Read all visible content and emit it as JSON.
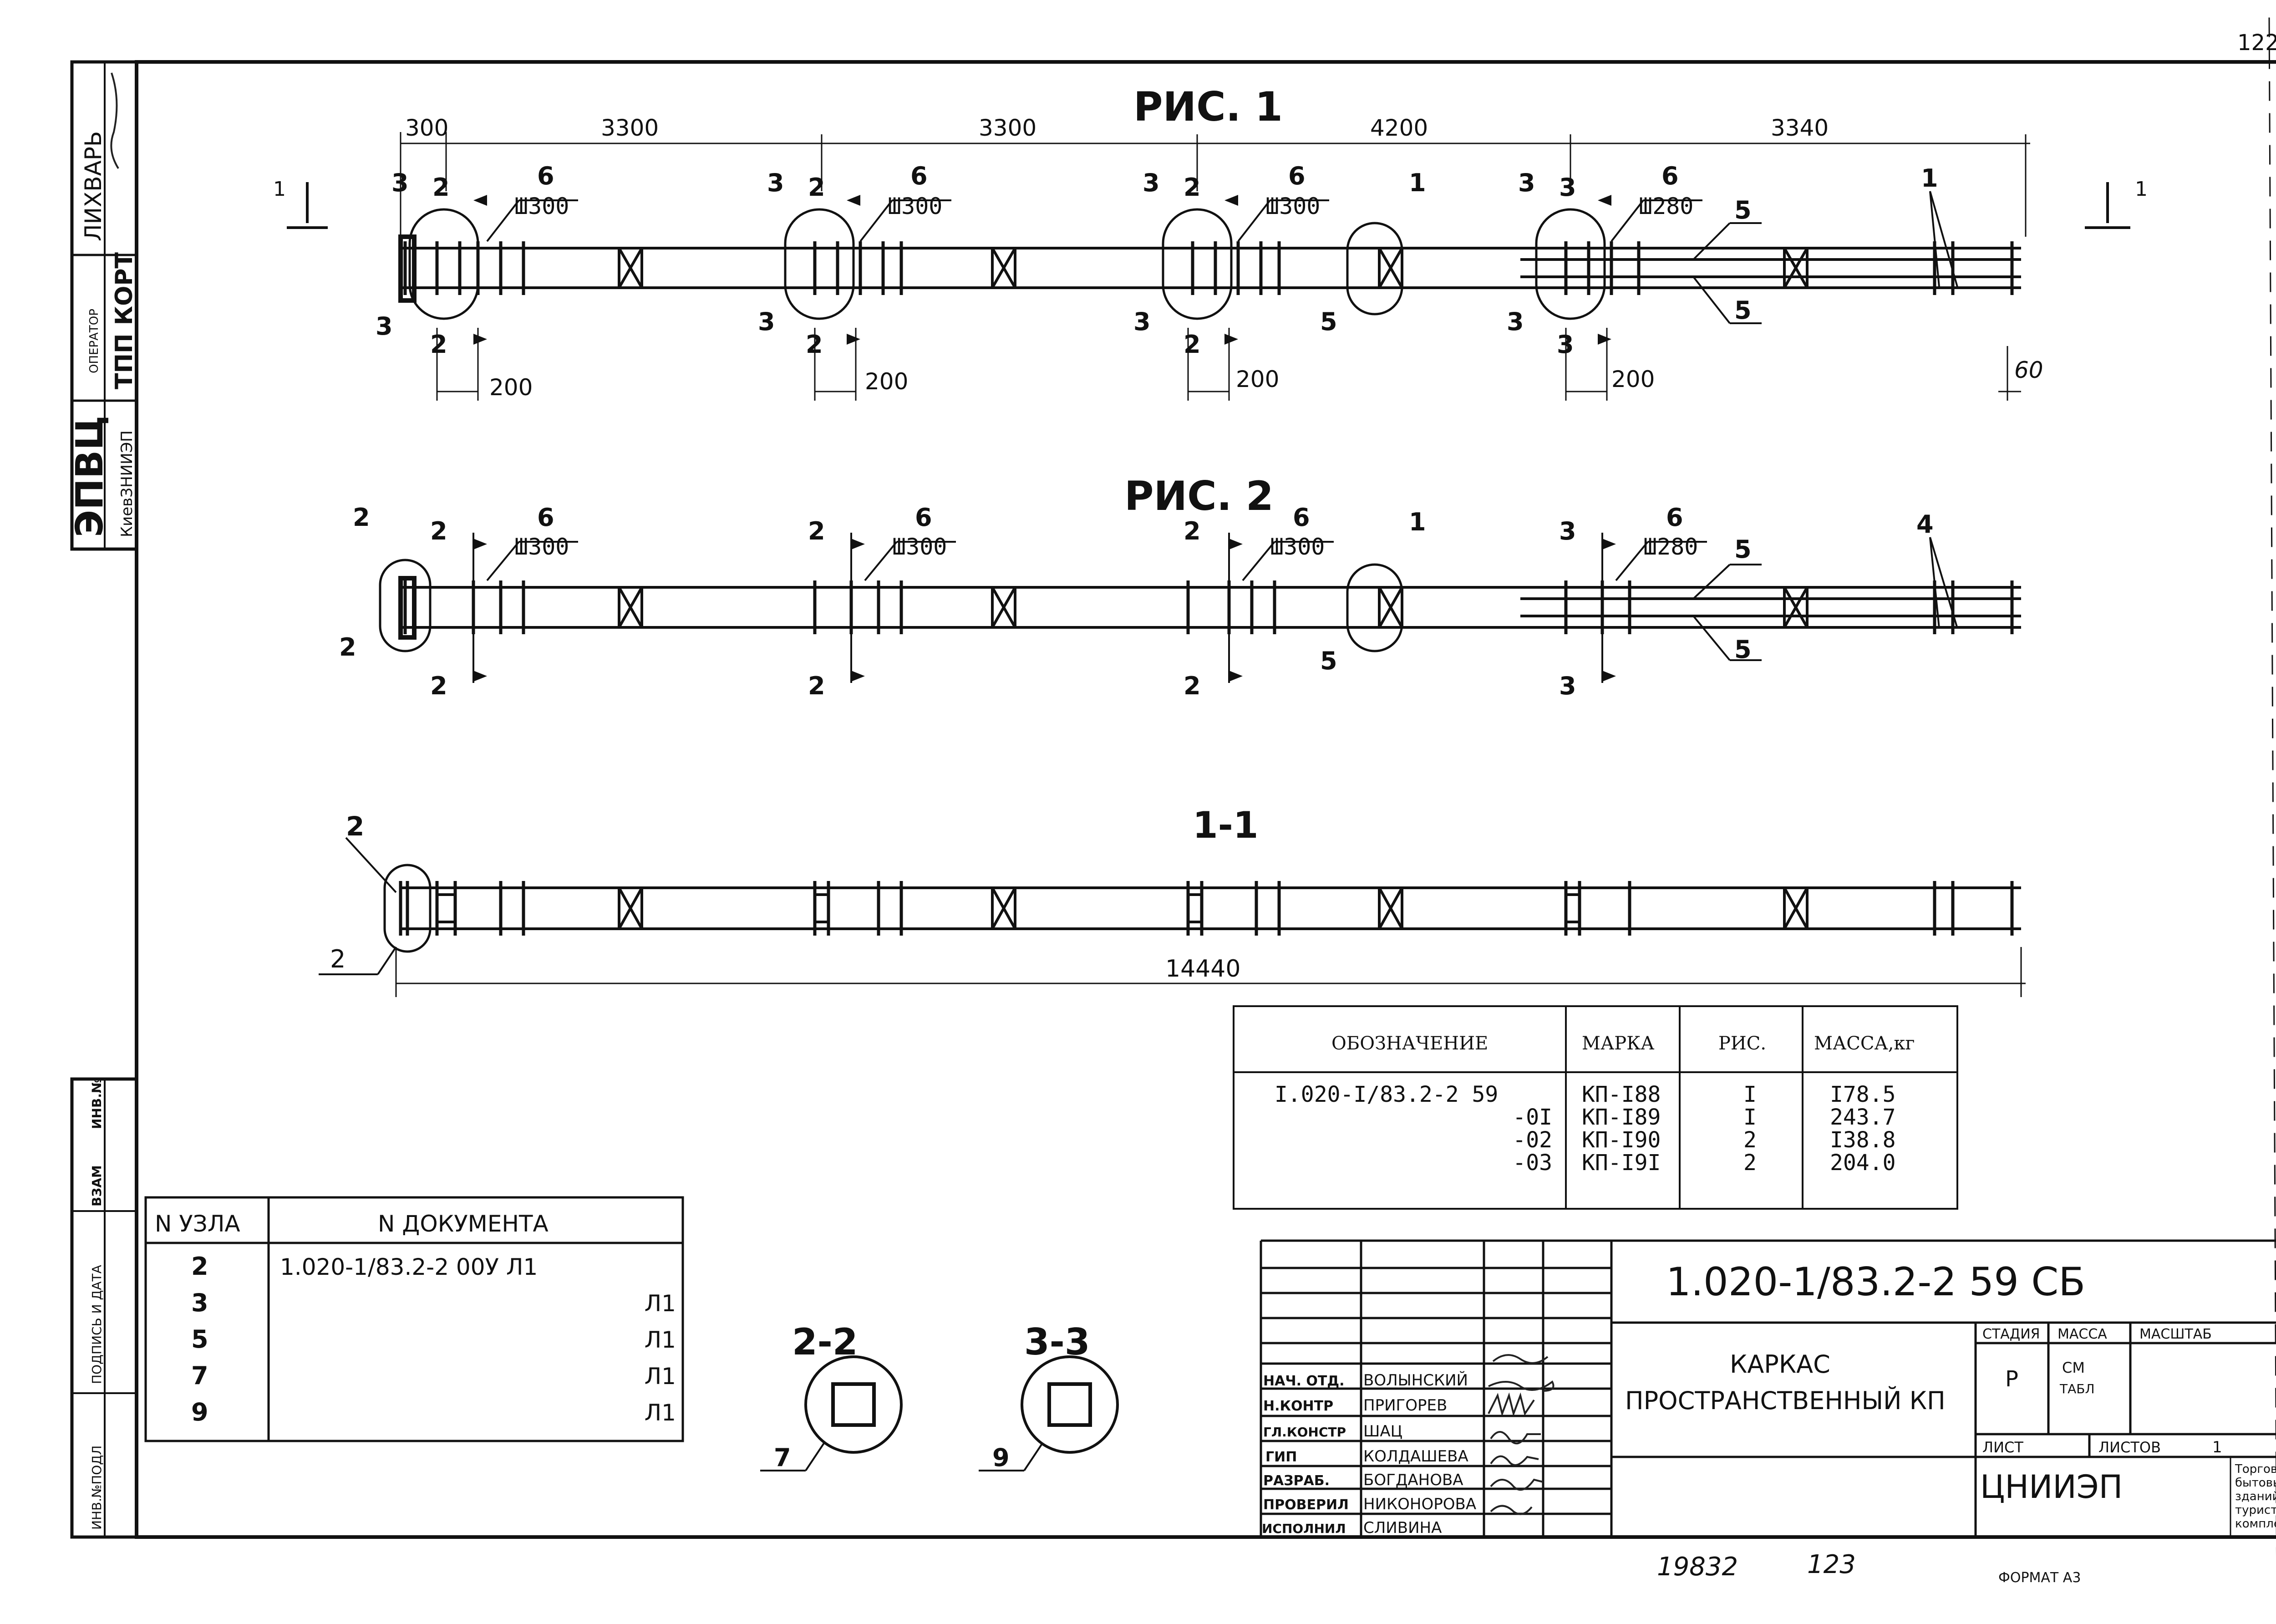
{
  "corner_number": "122",
  "figures": {
    "fig1_title": "РИС. 1",
    "fig2_title": "РИС. 2",
    "section_title": "1-1",
    "section_22": "2-2",
    "section_33": "3-3"
  },
  "dimensions": {
    "d300": "300",
    "d3300a": "3300",
    "d3300b": "3300",
    "d4200": "4200",
    "d3340": "3340",
    "d200": "200",
    "d60": "60",
    "d14440": "14440"
  },
  "callouts": {
    "sh300": "Ш300",
    "sh280": "Ш280",
    "n1": "1",
    "n2": "2",
    "n3": "3",
    "n4": "4",
    "n5": "5",
    "n6": "6",
    "n7": "7",
    "n9": "9"
  },
  "spec_table": {
    "headers": [
      "ОБОЗНАЧЕНИЕ",
      "МАРКА",
      "РИС.",
      "МАССА,кг"
    ],
    "designation": [
      "I.020-I/83.2-2 59",
      "-0I",
      "-02",
      "-03"
    ],
    "marks": [
      "КП-I88",
      "КП-I89",
      "КП-I90",
      "КП-I9I"
    ],
    "figs": [
      "I",
      "I",
      "2",
      "2"
    ],
    "masses": [
      "I78.5",
      "243.7",
      "I38.8",
      "204.0"
    ]
  },
  "nodes_table": {
    "header_node": "N УЗЛА",
    "header_doc": "N ДОКУМЕНТА",
    "rows": [
      {
        "node": "2",
        "doc": "1.020-1/83.2-2 00У Л1"
      },
      {
        "node": "3",
        "doc": "Л1"
      },
      {
        "node": "5",
        "doc": "Л1"
      },
      {
        "node": "7",
        "doc": "Л1"
      },
      {
        "node": "9",
        "doc": "Л1"
      }
    ]
  },
  "left_strip": {
    "org": "ЭПВЦ",
    "institute": "КиевЗНИИЭП",
    "operator_label": "ОПЕРАТОР",
    "operator_name": "ТПП КОРТ",
    "name": "ЛИХВАРЬ",
    "inv_label": "ИНВ.№",
    "vzam_label": "ВЗАМ",
    "sign_label": "ПОДПИСЬ И ДАТА",
    "inv_orig_label": "ИНВ.№ПОДЛ"
  },
  "title_block": {
    "code": "1.020-1/83.2-2 59 СБ",
    "name_line1": "КАРКАС",
    "name_line2": "ПРОСТРАНСТВЕННЫЙ КП",
    "stage_label": "СТАДИЯ",
    "mass_label": "МАССА",
    "scale_label": "МАСШТАБ",
    "stage_value": "Р",
    "mass_value_1": "СМ",
    "mass_value_2": "ТАБЛ",
    "sheet_label": "ЛИСТ",
    "sheets_label": "ЛИСТОВ",
    "sheets_value": "1",
    "org": "ЦНИИЭП",
    "org_sub": [
      "Торгово-",
      "бытовых",
      "зданий и",
      "туристских",
      "комплексов"
    ],
    "roles": [
      "НАЧ. ОТД.",
      "Н.КОНТР",
      "ГЛ.КОНСТР",
      "ГИП",
      "РАЗРАБ.",
      "ПРОВЕРИЛ",
      "ИСПОЛНИЛ"
    ],
    "people": [
      "ВОЛЫНСКИЙ",
      "ПРИГОРЕВ",
      "ШАЦ",
      "КОЛДАШЕВА",
      "БОГДАНОВА",
      "НИКОНОРОВА",
      "СЛИВИНА"
    ]
  },
  "footer": {
    "number": "19832",
    "page": "123",
    "format": "ФОРМАТ А3"
  }
}
